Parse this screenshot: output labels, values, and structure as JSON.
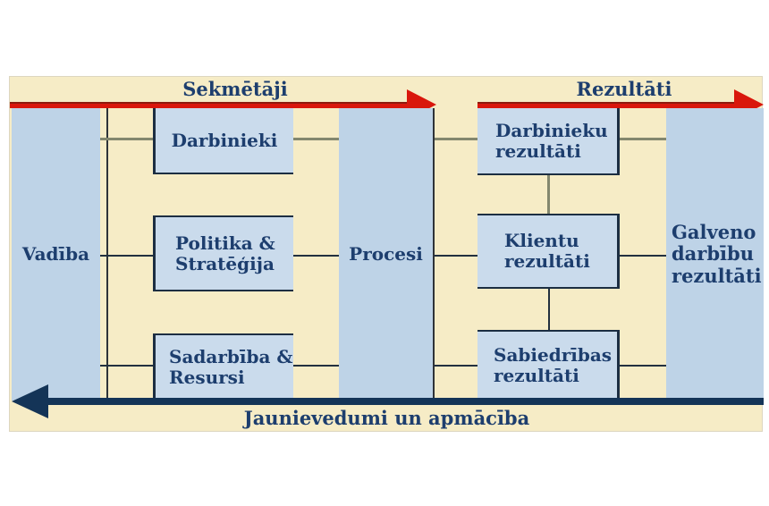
{
  "colors": {
    "page_background": "#ffffff",
    "cream_background": "#f6ecc6",
    "column_blue": "#bed3e7",
    "box_blue": "#cadbec",
    "red_arrow": "#d9170c",
    "navy_arrow": "#143457",
    "text_navy": "#1d3e6e",
    "gray_connector": "#83876e",
    "dark_connector": "#22303f",
    "box_border": "#1c2e42"
  },
  "top_axis": {
    "enablers_label": "Sekmētāji",
    "results_label": "Rezultāti"
  },
  "bottom_axis": {
    "label": "Jaunievedumi un apmācība"
  },
  "columns": {
    "leadership": {
      "label": "Vadība"
    },
    "processes": {
      "label": "Procesi"
    },
    "key_results": {
      "label": "Galveno\ndarbību\nrezultāti"
    }
  },
  "enabler_boxes": {
    "people": {
      "label": "Darbinieki"
    },
    "policy": {
      "label": "Politika &\nStratēģija"
    },
    "partnerships": {
      "label": "Sadarbība &\nResursi"
    }
  },
  "result_boxes": {
    "people_results": {
      "label": "Darbinieku\nrezultāti"
    },
    "customer_results": {
      "label": "Klientu\nrezultāti"
    },
    "society_results": {
      "label": "Sabiedrības\nrezultāti"
    }
  }
}
